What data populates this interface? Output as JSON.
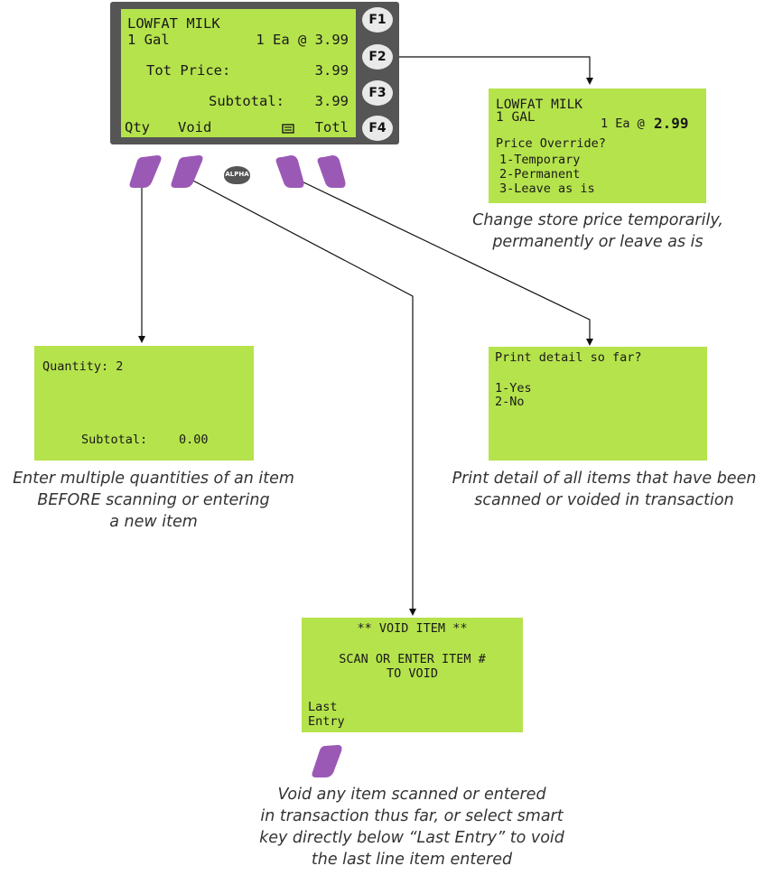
{
  "colors": {
    "lcd": "#b5e34c",
    "bezel": "#555555",
    "smart_key": "#9b59b6"
  },
  "main_screen": {
    "item": "LOWFAT MILK",
    "size": "1 Gal",
    "qty_price": "1 Ea @ 3.99",
    "tot_price_label": "Tot Price:",
    "tot_price_value": "3.99",
    "subtotal_label": "Subtotal:",
    "subtotal_value": "3.99",
    "soft_qty": "Qty",
    "soft_void": "Void",
    "soft_totl": "Totl",
    "printer_icon": "printer-icon"
  },
  "function_keys": [
    "F1",
    "F2",
    "F3",
    "F4"
  ],
  "alpha_key": "ALPHA",
  "price_screen": {
    "item": "LOWFAT MILK",
    "size": "1 GAL",
    "qty_prefix": "1 Ea @",
    "price": "2.99",
    "question": "Price Override?",
    "opt1": "1-Temporary",
    "opt2": "2-Permanent",
    "opt3": "3-Leave as is"
  },
  "price_caption": [
    "Change store price temporarily,",
    "permanently or leave as is"
  ],
  "qty_screen": {
    "line1": "Quantity: 2",
    "subtotal_label": "Subtotal:",
    "subtotal_value": "0.00"
  },
  "qty_caption": [
    "Enter multiple quantities of an item",
    "BEFORE scanning or entering",
    "a new item"
  ],
  "print_screen": {
    "line1": "Print detail so far?",
    "opt1": "1-Yes",
    "opt2": "2-No"
  },
  "print_caption": [
    "Print detail of all items that have been",
    "scanned or voided in transaction"
  ],
  "void_screen": {
    "title": "** VOID ITEM **",
    "line1": "SCAN OR ENTER ITEM #",
    "line2": "TO VOID",
    "last": "Last",
    "entry": "Entry"
  },
  "void_caption": [
    "Void any item scanned or entered",
    "in transaction thus far, or select smart",
    "key directly below “Last Entry” to void",
    "the last line item entered"
  ]
}
